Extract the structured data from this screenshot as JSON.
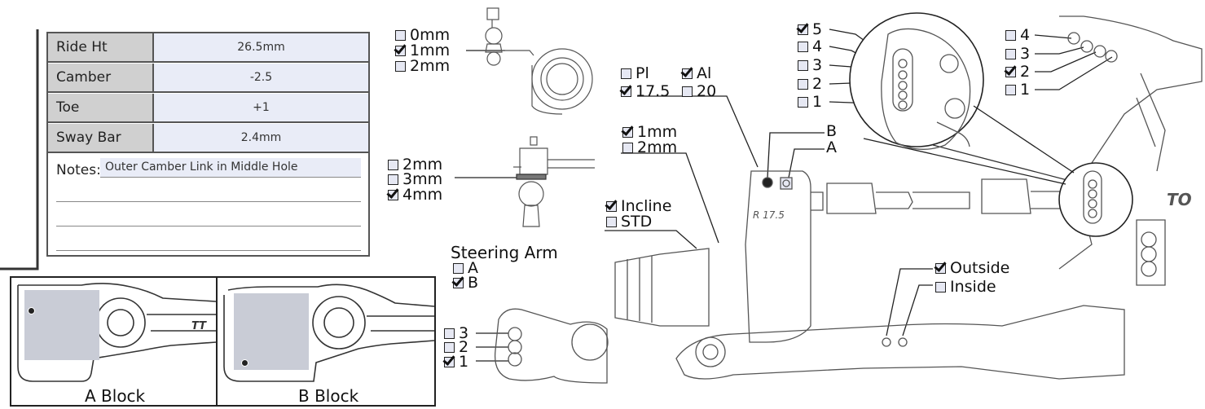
{
  "setup_table": {
    "rows": [
      {
        "label": "Ride Ht",
        "value": "26.5mm"
      },
      {
        "label": "Camber",
        "value": "-2.5"
      },
      {
        "label": "Toe",
        "value": "+1"
      },
      {
        "label": "Sway Bar",
        "value": "2.4mm"
      }
    ],
    "notes_label": "Notes:",
    "notes_value": "Outer Camber Link in Middle Hole"
  },
  "blocks": {
    "a_label": "A Block",
    "b_label": "B Block"
  },
  "ball_stud_spacer": {
    "options": [
      {
        "label": "0mm",
        "checked": false
      },
      {
        "label": "1mm",
        "checked": true
      },
      {
        "label": "2mm",
        "checked": false
      }
    ]
  },
  "tie_rod_spacer": {
    "options": [
      {
        "label": "2mm",
        "checked": false
      },
      {
        "label": "3mm",
        "checked": false
      },
      {
        "label": "4mm",
        "checked": true
      }
    ]
  },
  "steering_arm": {
    "title": "Steering Arm",
    "options": [
      {
        "label": "A",
        "checked": false
      },
      {
        "label": "B",
        "checked": true
      }
    ]
  },
  "arm_holes": {
    "options": [
      {
        "label": "3",
        "checked": false
      },
      {
        "label": "2",
        "checked": false
      },
      {
        "label": "1",
        "checked": true
      }
    ]
  },
  "hub_material": {
    "options": [
      {
        "label": "Pl",
        "checked": false
      },
      {
        "label": "Al",
        "checked": true
      },
      {
        "label": "17.5",
        "checked": true
      },
      {
        "label": "20",
        "checked": false
      }
    ]
  },
  "hub_spacer": {
    "options": [
      {
        "label": "1mm",
        "checked": true
      },
      {
        "label": "2mm",
        "checked": false
      }
    ]
  },
  "hub_type": {
    "options": [
      {
        "label": "Incline",
        "checked": true
      },
      {
        "label": "STD",
        "checked": false
      }
    ]
  },
  "hub_hole": {
    "options": [
      {
        "label": "B",
        "filled": true
      },
      {
        "label": "A",
        "filled": false
      }
    ],
    "hub_marking": "R 17.5"
  },
  "camber_link_holes": {
    "options": [
      {
        "label": "5",
        "checked": true
      },
      {
        "label": "4",
        "checked": false
      },
      {
        "label": "3",
        "checked": false
      },
      {
        "label": "2",
        "checked": false
      },
      {
        "label": "1",
        "checked": false
      }
    ]
  },
  "tower_holes": {
    "options": [
      {
        "label": "4",
        "checked": false
      },
      {
        "label": "3",
        "checked": false
      },
      {
        "label": "2",
        "checked": true
      },
      {
        "label": "1",
        "checked": false
      }
    ]
  },
  "arm_mount": {
    "options": [
      {
        "label": "Outside",
        "checked": true
      },
      {
        "label": "Inside",
        "checked": false
      }
    ]
  },
  "colors": {
    "checkbox_fill": "#e6e8f3",
    "table_label_bg": "#d0d0d0",
    "table_value_bg": "#e9ecf7",
    "line": "#444444",
    "block_fill": "#c9ccd6"
  }
}
